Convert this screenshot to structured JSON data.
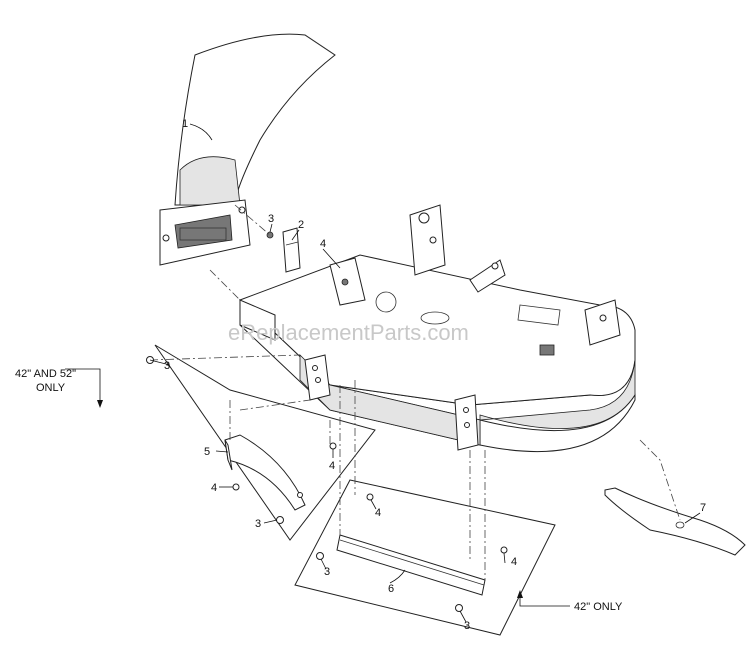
{
  "watermark": "eReplacementParts.com",
  "callouts": [
    {
      "id": "c1",
      "text": "1"
    },
    {
      "id": "c2",
      "text": "2"
    },
    {
      "id": "c3a",
      "text": "3"
    },
    {
      "id": "c4a",
      "text": "4"
    },
    {
      "id": "c3b",
      "text": "3"
    },
    {
      "id": "c5",
      "text": "5"
    },
    {
      "id": "c4b",
      "text": "4"
    },
    {
      "id": "c4c",
      "text": "4"
    },
    {
      "id": "c3c",
      "text": "3"
    },
    {
      "id": "c4d",
      "text": "4"
    },
    {
      "id": "c4e",
      "text": "4"
    },
    {
      "id": "c3d",
      "text": "3"
    },
    {
      "id": "c6",
      "text": "6"
    },
    {
      "id": "c3e",
      "text": "3"
    },
    {
      "id": "c7",
      "text": "7"
    }
  ],
  "notes": {
    "sizes_line1": "42\" AND 52\"",
    "sizes_line2": "ONLY",
    "size_42_only": "42\" ONLY"
  }
}
